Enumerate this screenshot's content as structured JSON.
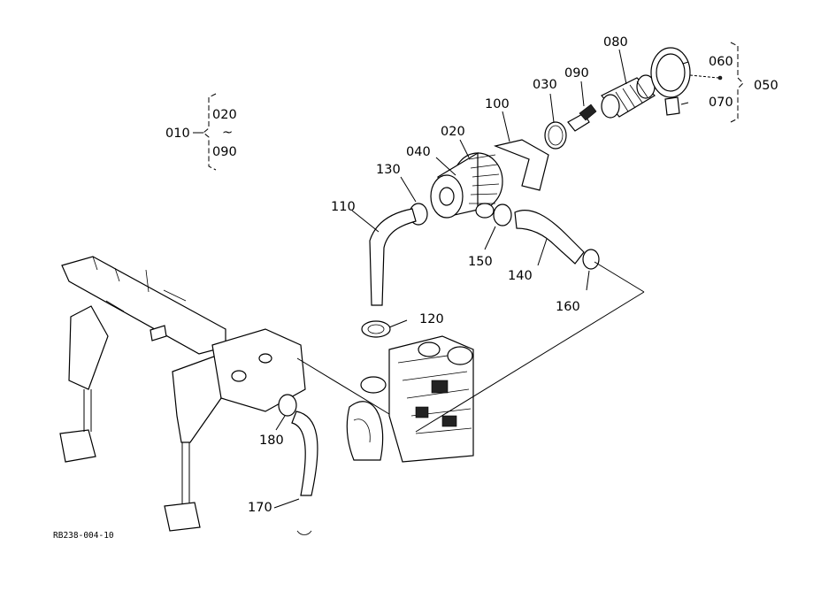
{
  "drawing_code": "RB238-004-10",
  "group_range": {
    "number": "010",
    "from": "020",
    "tilde": "~",
    "to": "090"
  },
  "sub_assembly": {
    "number": "050",
    "members": [
      "060",
      "070"
    ]
  },
  "callouts": {
    "p020": "020",
    "p030": "030",
    "p040": "040",
    "p080": "080",
    "p090": "090",
    "p100": "100",
    "p110": "110",
    "p120": "120",
    "p130": "130",
    "p140": "140",
    "p150": "150",
    "p160": "160",
    "p170": "170",
    "p180": "180"
  }
}
